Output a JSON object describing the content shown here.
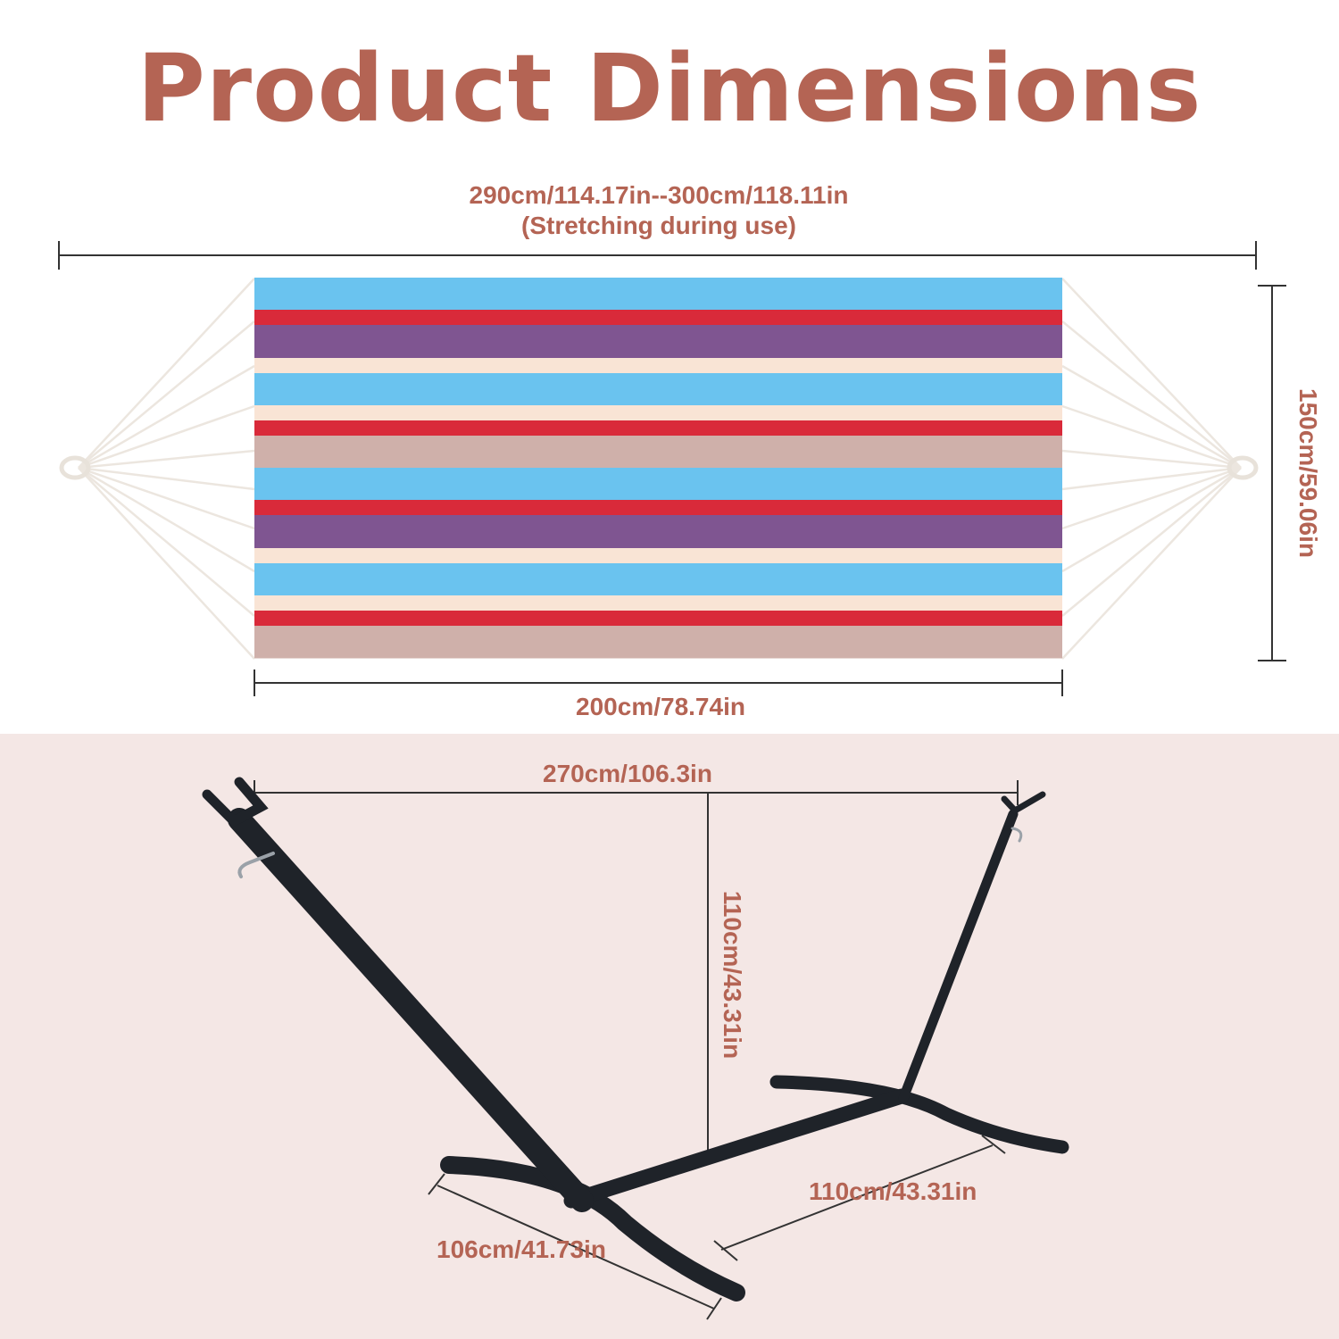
{
  "title": "Product Dimensions",
  "hammock": {
    "total_length_line1": "290cm/114.17in--300cm/118.11in",
    "total_length_line2": "(Stretching during use)",
    "height": "150cm/59.06in",
    "bed_length": "200cm/78.74in",
    "stripe_colors": [
      "#6ac3ef",
      "#d92a3a",
      "#7f5591",
      "#f9e4d5",
      "#6ac3ef",
      "#f9e4d5",
      "#d92a3a",
      "#cfb0aa",
      "#6ac3ef",
      "#d92a3a",
      "#7f5591",
      "#f9e4d5",
      "#6ac3ef",
      "#f9e4d5",
      "#d92a3a",
      "#cfb0aa"
    ]
  },
  "stand": {
    "span": "270cm/106.3in",
    "height": "110cm/43.31in",
    "base_right": "110cm/43.31in",
    "base_left": "106cm/41.73in"
  },
  "colors": {
    "accent": "#b46454",
    "bottom_bg": "#f4e7e5",
    "stand": "#1f2329"
  }
}
